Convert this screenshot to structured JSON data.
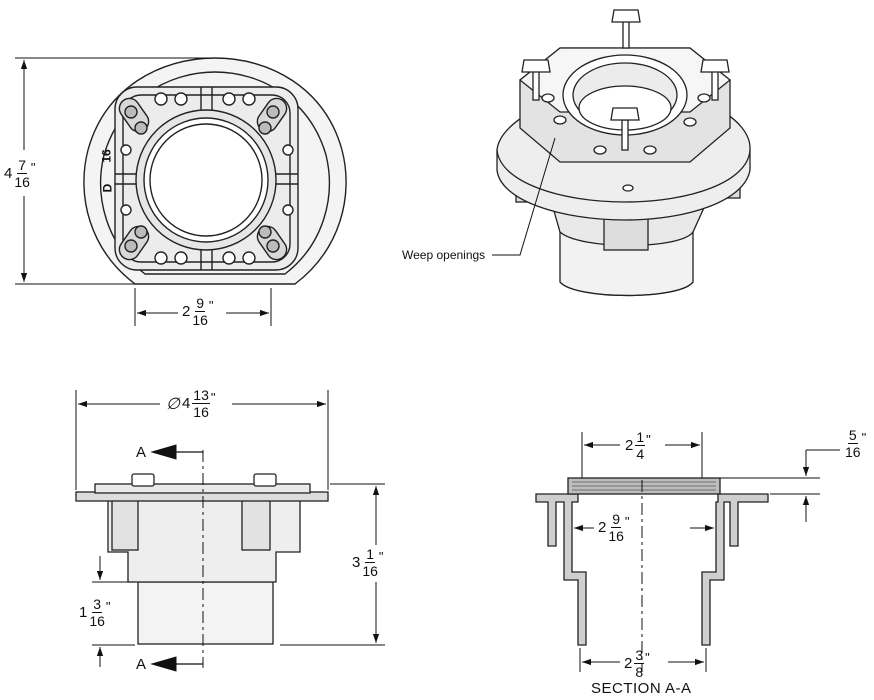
{
  "callout": {
    "weep_openings": "Weep openings"
  },
  "dimensions": {
    "top_height": {
      "whole": "4",
      "num": "7",
      "den": "16",
      "unit": "\""
    },
    "top_width": {
      "whole": "2",
      "num": "9",
      "den": "16",
      "unit": "\""
    },
    "flange_dia": {
      "prefix": "∅",
      "whole": "4",
      "num": "13",
      "den": "16",
      "unit": "\""
    },
    "overall_height": {
      "whole": "3",
      "num": "1",
      "den": "16",
      "unit": "\""
    },
    "lower_height": {
      "whole": "1",
      "num": "3",
      "den": "16",
      "unit": "\""
    },
    "sec_top_width": {
      "whole": "2",
      "num": "1",
      "den": "4",
      "unit": "\""
    },
    "sec_inner_width": {
      "whole": "2",
      "num": "9",
      "den": "16",
      "unit": "\""
    },
    "sec_bottom_width": {
      "whole": "2",
      "num": "3",
      "den": "8",
      "unit": "\""
    },
    "sec_thickness": {
      "whole": "",
      "num": "5",
      "den": "16",
      "unit": "\""
    }
  },
  "section_marker": {
    "top": "A",
    "bottom": "A"
  },
  "section_title": "SECTION A-A",
  "markings": {
    "size_mark": "16",
    "d_mark": "D"
  }
}
